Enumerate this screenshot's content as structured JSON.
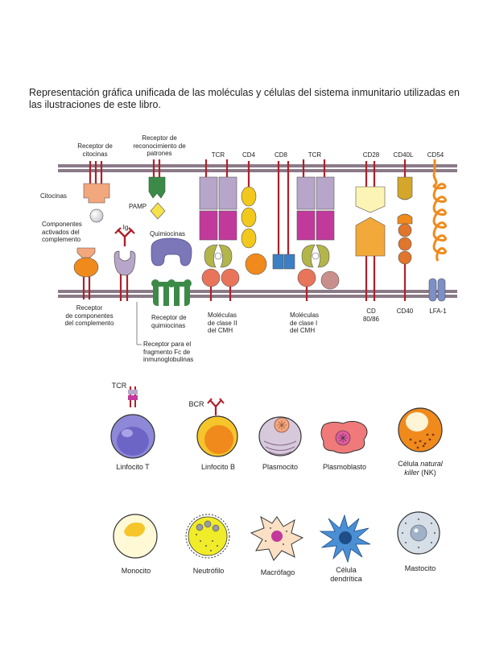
{
  "intro": "Representación gráfica unificada de las moléculas y células del sistema inmunitario utilizadas en las ilustraciones de este libro.",
  "labels": {
    "receptor_citocinas_1": "Receptor de",
    "receptor_citocinas_2": "citocinas",
    "receptor_reconocimiento_1": "Receptor de",
    "receptor_reconocimiento_2": "reconocimiento de",
    "receptor_reconocimiento_3": "patrones",
    "tcr_a": "TCR",
    "cd4": "CD4",
    "cd8": "CD8",
    "tcr_b": "TCR",
    "cd28": "CD28",
    "cd40l": "CD40L",
    "cd54": "CD54",
    "citocinas": "Citocinas",
    "pamp": "PAMP",
    "componentes_1": "Componentes",
    "componentes_2": "activados del",
    "componentes_3": "complemento",
    "ig": "Ig",
    "quimiocinas": "Quimiocinas",
    "receptor_componentes_1": "Receptor",
    "receptor_componentes_2": "de componentes",
    "receptor_componentes_3": "del complemento",
    "receptor_quimiocinas_1": "Receptor de",
    "receptor_quimiocinas_2": "quimiocinas",
    "receptor_fc_1": "Receptor para el",
    "receptor_fc_2": "fragmento Fc de",
    "receptor_fc_3": "inmunoglobulinas",
    "clase2_1": "Moléculas",
    "clase2_2": "de clase II",
    "clase2_3": "del CMH",
    "clase1_1": "Moléculas",
    "clase1_2": "de clase I",
    "clase1_3": "del CMH",
    "cd80_1": "CD",
    "cd80_2": "80/86",
    "cd40": "CD40",
    "lfa1": "LFA-1"
  },
  "cells": {
    "tcr": "TCR",
    "bcr": "BCR",
    "linfocito_t": "Linfocito T",
    "linfocito_b": "Linfocito B",
    "plasmocito": "Plasmocito",
    "plasmoblasto": "Plasmoblasto",
    "celula_nk_a": "Célula ",
    "celula_nk_b": "natural",
    "celula_nk_c": "killer",
    "celula_nk_d": " (NK)",
    "monocito": "Monocito",
    "neutrofilo": "Neutrófilo",
    "macrofago": "Macrófago",
    "celula_dendritica_1": "Célula",
    "celula_dendritica_2": "dendrítica",
    "mastocito": "Mastocito"
  },
  "colors": {
    "membrane": "#8a7a88",
    "stalk": "#b0202a",
    "lilac": "#b7a6c9",
    "magenta": "#c2399c",
    "olive": "#b3b54a",
    "salmon": "#e8745a",
    "yellow": "#f3c81c",
    "orange": "#f08a1c",
    "blue": "#3c7fc4",
    "rose": "#c98f8c",
    "green": "#3c8a48",
    "purple": "#7c77b8",
    "peach": "#f3a77d"
  }
}
